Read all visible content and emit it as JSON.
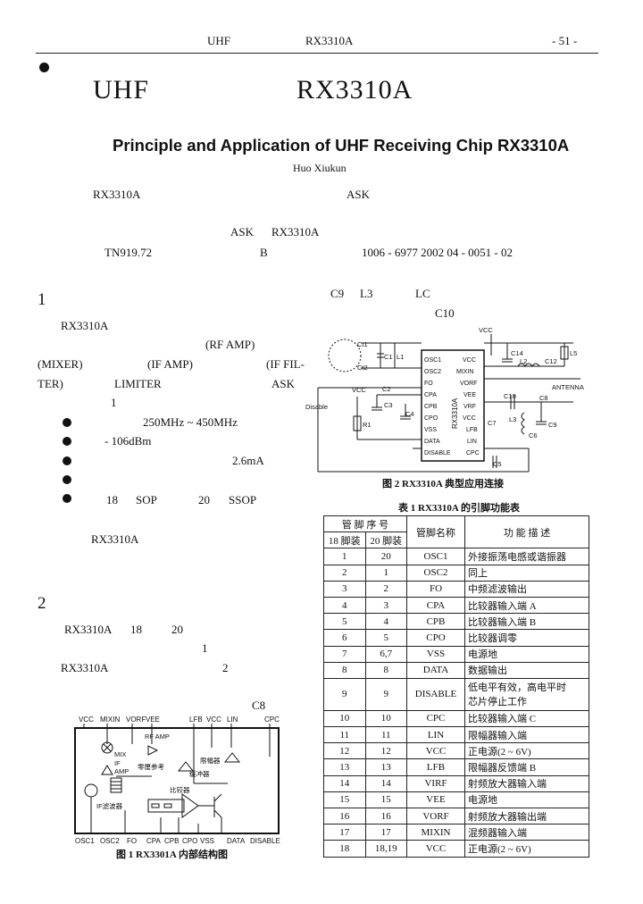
{
  "header": {
    "left": "UHF",
    "middle": "RX3310A",
    "page": "- 51 -"
  },
  "title_cn": {
    "part1": "UHF",
    "part2": "RX3310A"
  },
  "title_en": "Principle and Application of UHF Receiving  Chip RX3310A",
  "author": "Huo Xiukun",
  "abstract_fragments": {
    "rx": "RX3310A",
    "ask": "ASK"
  },
  "keywords": {
    "ask": "ASK",
    "rx": "RX3310A"
  },
  "classification": {
    "clc": "TN919.72",
    "code": "B",
    "id": "1006 - 6977 2002 04 - 0051 - 02"
  },
  "section1": {
    "num": "1",
    "frag_c9": "C9",
    "frag_l3": "L3",
    "frag_lc": "LC",
    "frag_c10": "C10",
    "chip": "RX3310A",
    "rfamp": "(RF AMP)",
    "mixer": "(MIXER)",
    "ifamp": "(IF AMP)",
    "iffil": "(IF FIL-",
    "ter": "TER)",
    "limiter": "LIMITER",
    "ask": "ASK",
    "one": "1",
    "bullets": [
      "250MHz ~ 450MHz",
      "- 106dBm",
      "2.6mA",
      "",
      ""
    ],
    "pkg18": "18",
    "sop": "SOP",
    "pkg20": "20",
    "ssop": "SSOP",
    "chip2": "RX3310A"
  },
  "section2": {
    "num": "2",
    "chip": "RX3310A",
    "n18": "18",
    "n20": "20",
    "one": "1",
    "chip2": "RX3310A",
    "two": "2",
    "c8": "C8"
  },
  "fig1": {
    "caption": "图 1   RX3301A 内部结构图",
    "top_pins": [
      "VCC",
      "MIXIN",
      "VORF",
      "VEE",
      "LFB",
      "VCC",
      "LIN",
      "CPC"
    ],
    "bottom_pins": [
      "OSC1",
      "OSC2",
      "FO",
      "CPA",
      "CPB",
      "CPO",
      "VSS",
      "DATA",
      "DISABLE"
    ],
    "labels": {
      "rfamp": "RF AMP",
      "mix": "MIX",
      "if": "IF",
      "amp": "AMP",
      "ref": "零厘参考",
      "buffer": "缓冲器",
      "limiter": "限幅器",
      "comparator": "比较器",
      "iffilter": "IF滤波器"
    }
  },
  "fig2": {
    "caption": "图 2   RX3310A 典型应用连接",
    "chip": "RX3310A",
    "left_pins": [
      "OSC1",
      "OSC2",
      "FO",
      "CPA",
      "CPB",
      "CPO",
      "VSS",
      "DATA",
      "DISABLE"
    ],
    "right_pins": [
      "VCC",
      "MIXIN",
      "VORF",
      "VEE",
      "VRF",
      "VCC",
      "LFB",
      "LIN",
      "CPC"
    ],
    "labels": {
      "vcc1": "VCC",
      "vcc2": "VCC",
      "disable": "Disable",
      "antenna": "ANTENNA",
      "ct1": "Ct1",
      "ct2": "Ct2",
      "c1": "C1",
      "l1": "L1",
      "c2": "C2",
      "c3": "C3",
      "c4": "C4",
      "r1": "R1",
      "c14": "C14",
      "l2": "L2",
      "c12": "C12",
      "l5": "L5",
      "c10": "C10",
      "c8": "C8",
      "c9": "C9",
      "c7": "C7",
      "l3": "L3",
      "c6": "C6",
      "c5": "C5"
    }
  },
  "table1": {
    "caption": "表 1   RX3310A 的引脚功能表",
    "head": {
      "pin_no": "管   脚   序   号",
      "p18": "18 脚装",
      "p20": "20 脚装",
      "name": "管脚名称",
      "func": "功   能   描   述"
    },
    "rows": [
      {
        "p18": "1",
        "p20": "20",
        "name": "OSC1",
        "func": "外接振荡电感或谐振器"
      },
      {
        "p18": "2",
        "p20": "1",
        "name": "OSC2",
        "func": "同上"
      },
      {
        "p18": "3",
        "p20": "2",
        "name": "FO",
        "func": "中频滤波输出"
      },
      {
        "p18": "4",
        "p20": "3",
        "name": "CPA",
        "func": "比较器输入端 A"
      },
      {
        "p18": "5",
        "p20": "4",
        "name": "CPB",
        "func": "比较器输入端 B"
      },
      {
        "p18": "6",
        "p20": "5",
        "name": "CPO",
        "func": "比较器调零"
      },
      {
        "p18": "7",
        "p20": "6,7",
        "name": "VSS",
        "func": "电源地"
      },
      {
        "p18": "8",
        "p20": "8",
        "name": "DATA",
        "func": "数据输出"
      },
      {
        "p18": "9",
        "p20": "9",
        "name": "DISABLE",
        "func": "低电平有效，高电平时"
      },
      {
        "p18": "10",
        "p20": "10",
        "name": "CPC",
        "func": "比较器输入端 C"
      },
      {
        "p18": "11",
        "p20": "11",
        "name": "LIN",
        "func": "限幅器输入端"
      },
      {
        "p18": "12",
        "p20": "12",
        "name": "VCC",
        "func": "正电源(2 ~ 6V)"
      },
      {
        "p18": "13",
        "p20": "13",
        "name": "LFB",
        "func": "限幅器反馈端 B"
      },
      {
        "p18": "14",
        "p20": "14",
        "name": "VIRF",
        "func": "射频放大器输入端"
      },
      {
        "p18": "15",
        "p20": "15",
        "name": "VEE",
        "func": "电源地"
      },
      {
        "p18": "16",
        "p20": "16",
        "name": "VORF",
        "func": "射频放大器输出端"
      },
      {
        "p18": "17",
        "p20": "17",
        "name": "MIXIN",
        "func": "混频器输入端"
      },
      {
        "p18": "18",
        "p20": "18,19",
        "name": "VCC",
        "func": "正电源(2 ~ 6V)"
      }
    ],
    "row9_line2": "芯片停止工作"
  }
}
